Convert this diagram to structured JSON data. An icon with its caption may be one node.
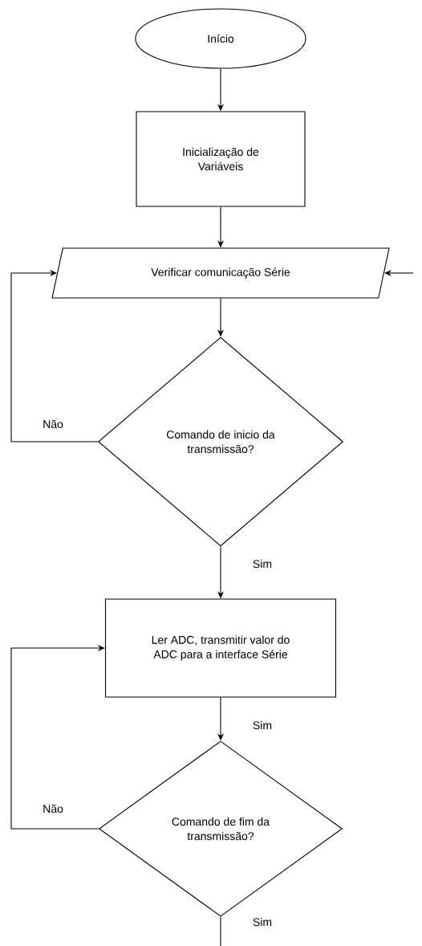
{
  "diagram": {
    "nodes": [
      {
        "text": [
          "Início"
        ]
      },
      {
        "text": [
          "Inicialização de Variáveis"
        ]
      },
      {
        "text": [
          "Verificar comunicação Série"
        ]
      },
      {
        "text": [
          "Comando de inicio da transmissão?"
        ]
      },
      {
        "text": [
          "Ler ADC, transmitir valor do ADC para a interface Série"
        ]
      },
      {
        "text": [
          "Comando de fim da transmissão?"
        ]
      }
    ],
    "edges": [
      {
        "from": 0,
        "to": 1,
        "arrow": "to"
      },
      {
        "from": 1,
        "to": 2,
        "arrow": "to"
      },
      {
        "from": 2,
        "to": 3,
        "arrow": "to"
      },
      {
        "from": 3,
        "to": 4,
        "arrow": "to",
        "label": "Sim"
      },
      {
        "from": 3,
        "to": 2,
        "arrow": "to",
        "label": "Não"
      },
      {
        "from": null,
        "to": 2,
        "arrow": "to"
      },
      {
        "from": 4,
        "to": 5,
        "arrow": "to",
        "label": "Sim"
      },
      {
        "from": 5,
        "to": 4,
        "arrow": "to",
        "label": "Não"
      },
      {
        "from": 5,
        "to": null,
        "arrow": "none",
        "label": "Sim"
      }
    ]
  }
}
